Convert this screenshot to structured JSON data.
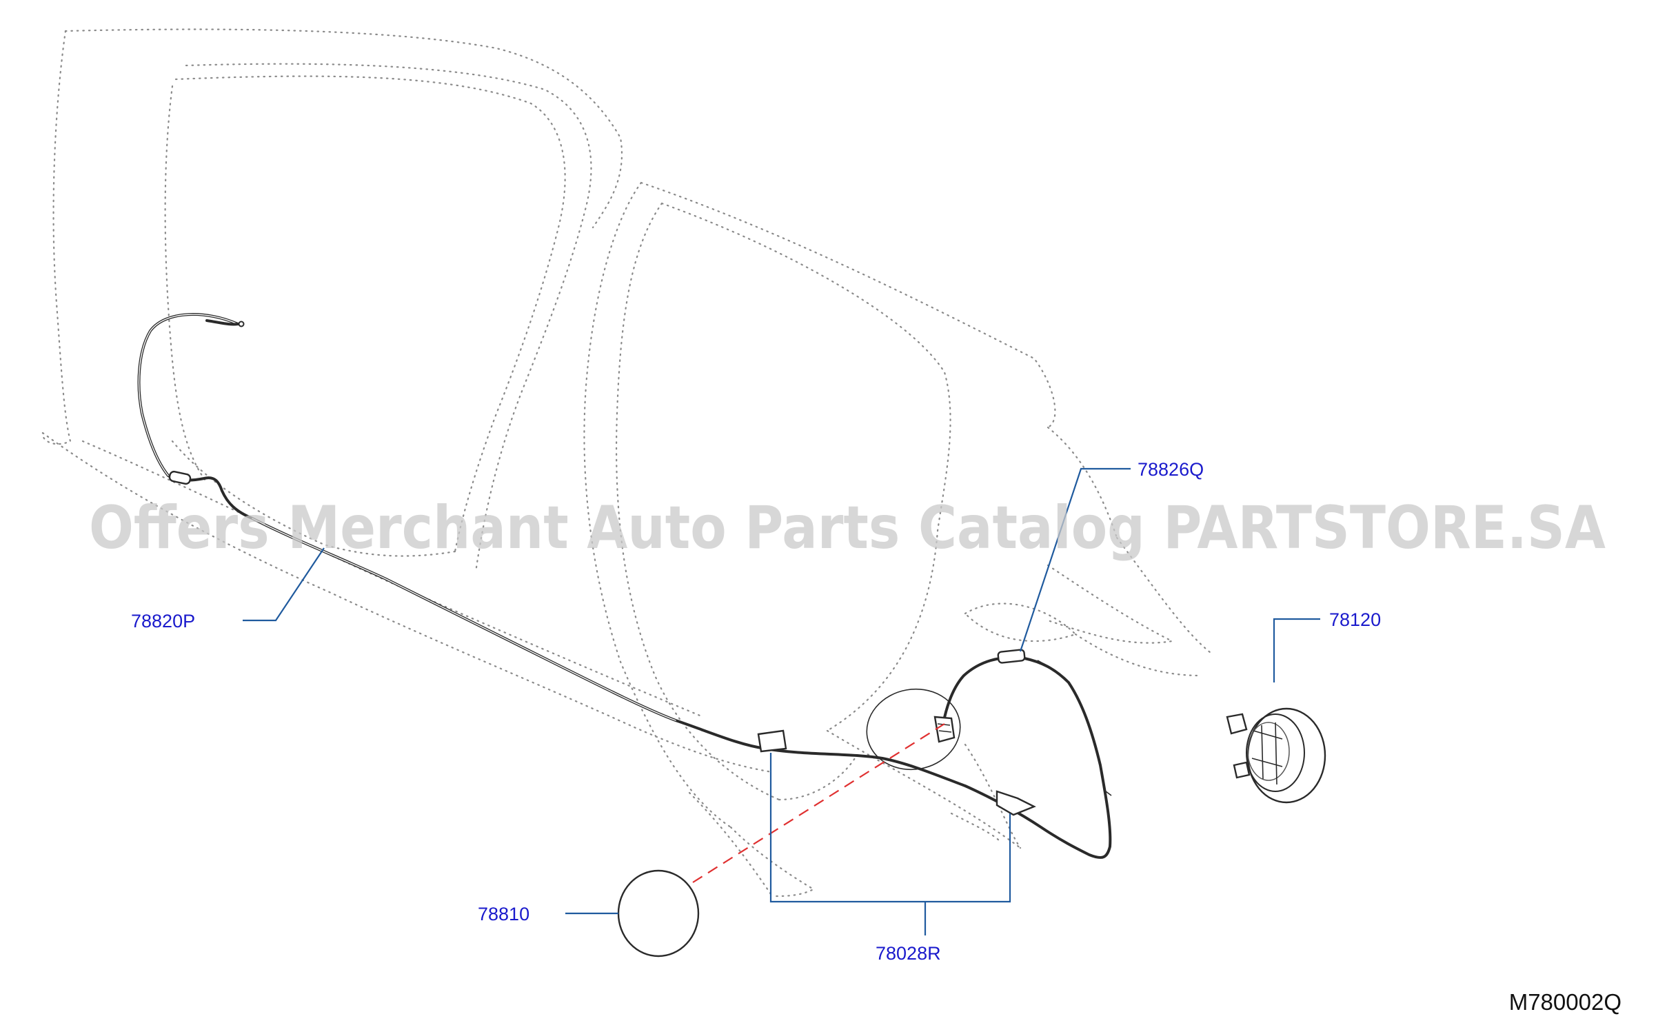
{
  "watermark": "Offers Merchant Auto Parts Catalog PARTSTORE.SA",
  "diagram_id": "M780002Q",
  "callouts": {
    "p78820P": "78820P",
    "p78826Q": "78826Q",
    "p78120": "78120",
    "p78810": "78810",
    "p78028R": "78028R"
  },
  "colors": {
    "callout_text": "#1a1acc",
    "leader_line": "#1f5a9e",
    "hidden_line": "#e03030",
    "outline": "#8a8a8a"
  }
}
